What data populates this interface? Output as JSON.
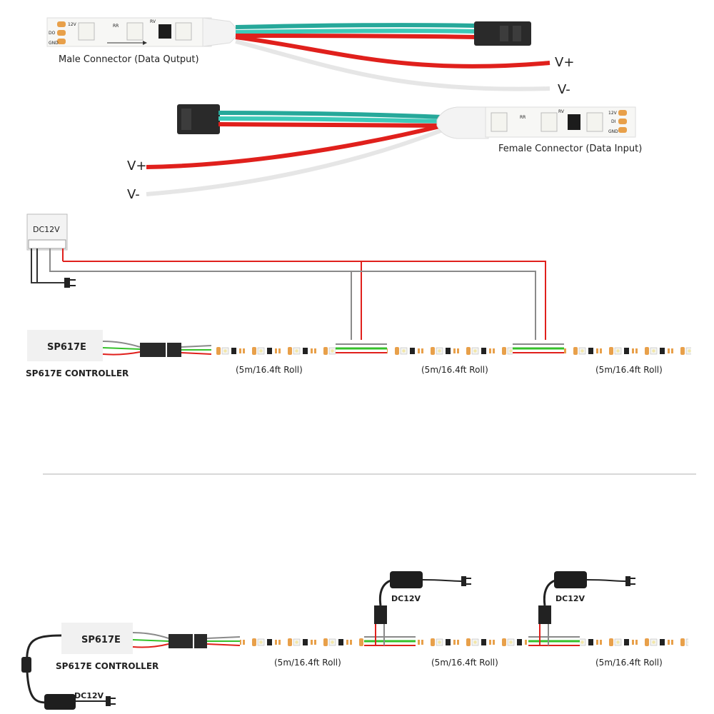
{
  "connectors": {
    "male_caption": "Male Connector (Data Qutput)",
    "female_caption": "Female Connector (Data Input)",
    "vplus": "V+",
    "vminus": "V-",
    "pad_12v": "12V",
    "pad_do": "DO",
    "pad_di": "DI",
    "pad_gnd": "GND",
    "chip_rr": "RR",
    "chip_rv": "RV"
  },
  "diagram1": {
    "power_supply": "DC12V",
    "controller_box": "SP617E",
    "controller_caption": "SP617E CONTROLLER",
    "rolls": [
      "(5m/16.4ft Roll)",
      "(5m/16.4ft Roll)",
      "(5m/16.4ft Roll)"
    ]
  },
  "diagram2": {
    "controller_box": "SP617E",
    "controller_caption": "SP617E CONTROLLER",
    "adapter_main": "DC12V",
    "adapter_1": "DC12V",
    "adapter_2": "DC12V",
    "rolls": [
      "(5m/16.4ft Roll)",
      "(5m/16.4ft Roll)",
      "(5m/16.4ft Roll)"
    ]
  },
  "colors": {
    "wire_red": "#e0201c",
    "wire_green": "#35c12a",
    "wire_teal": "#26a89a",
    "wire_gray": "#8a8a8a",
    "led_amber": "#e8a04a",
    "box_gray": "#f1f1f1"
  }
}
